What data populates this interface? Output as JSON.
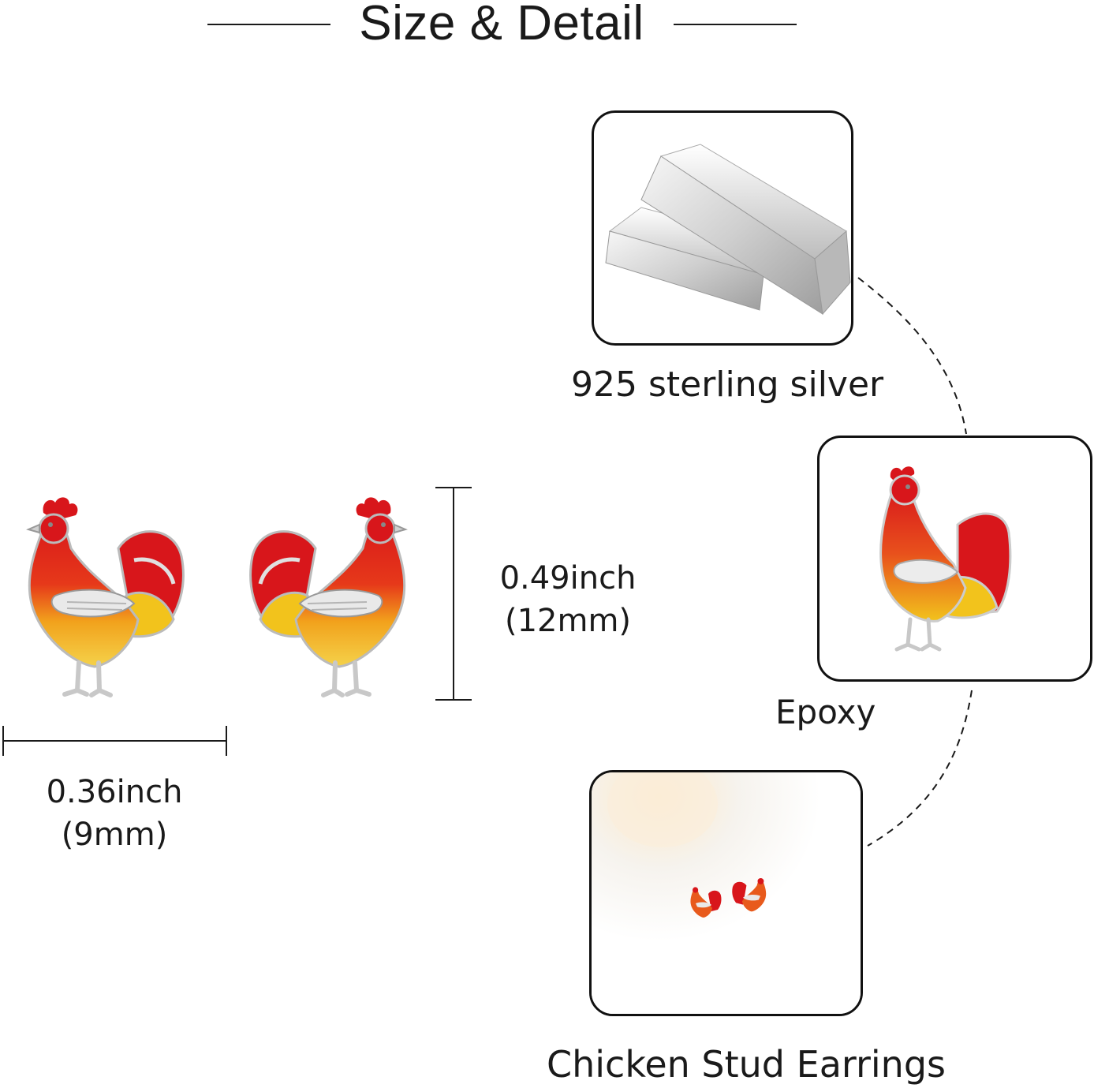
{
  "header": {
    "title": "Size & Detail"
  },
  "dimensions": {
    "height": {
      "inch": "0.49inch",
      "mm": "(12mm)"
    },
    "width": {
      "inch": "0.36inch",
      "mm": "(9mm)"
    }
  },
  "details": [
    {
      "label": "925 sterling silver",
      "icon": "silver-bar-icon"
    },
    {
      "label": "Epoxy",
      "icon": "rooster-enamel-icon"
    },
    {
      "label": "Chicken Stud Earrings",
      "icon": "earrings-pair-icon"
    }
  ],
  "colors": {
    "red": "#d8161b",
    "yellow": "#f2c31c",
    "silver": "#c8c8c8",
    "line": "#1a1a1a"
  }
}
